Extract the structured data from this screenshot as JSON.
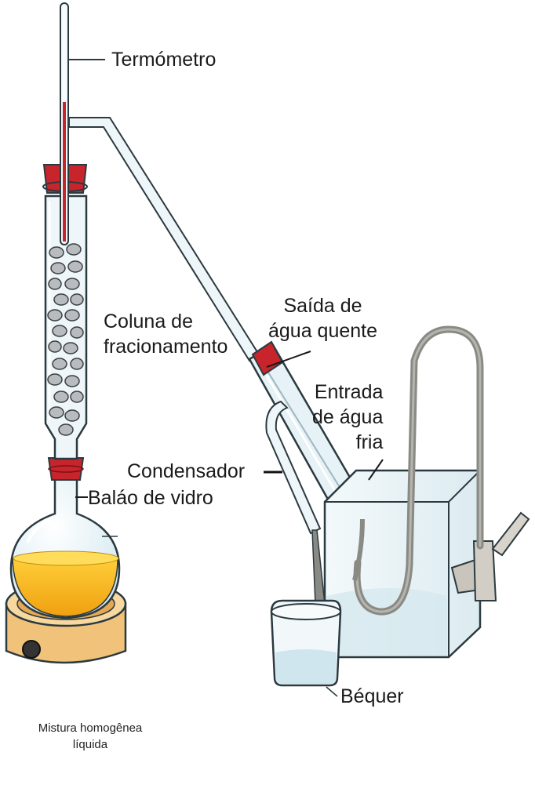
{
  "labels": {
    "thermometer": "Termómetro",
    "hot_water_out": [
      "Saída de",
      "água quente"
    ],
    "column": [
      "Coluna de",
      "fracionamento"
    ],
    "cold_water_in": [
      "Entrada",
      "de água",
      "fria"
    ],
    "condenser": "Condensador",
    "flask": "Baláo de vidro",
    "beaker": "Béquer",
    "mixture": [
      "Mistura homogênea",
      "líquida"
    ]
  },
  "colors": {
    "glass": "#e6f2f6",
    "glass_outline": "#2b3a40",
    "stopper_red": "#c8242c",
    "liquid_orange": "#f5b21a",
    "heater_tan": "#f0c27a",
    "stone_gray": "#b9bcbf",
    "hose_gray": "#8a8a85",
    "water_tank": "#e9f3f6",
    "beaker_water": "#cfe6ee"
  }
}
